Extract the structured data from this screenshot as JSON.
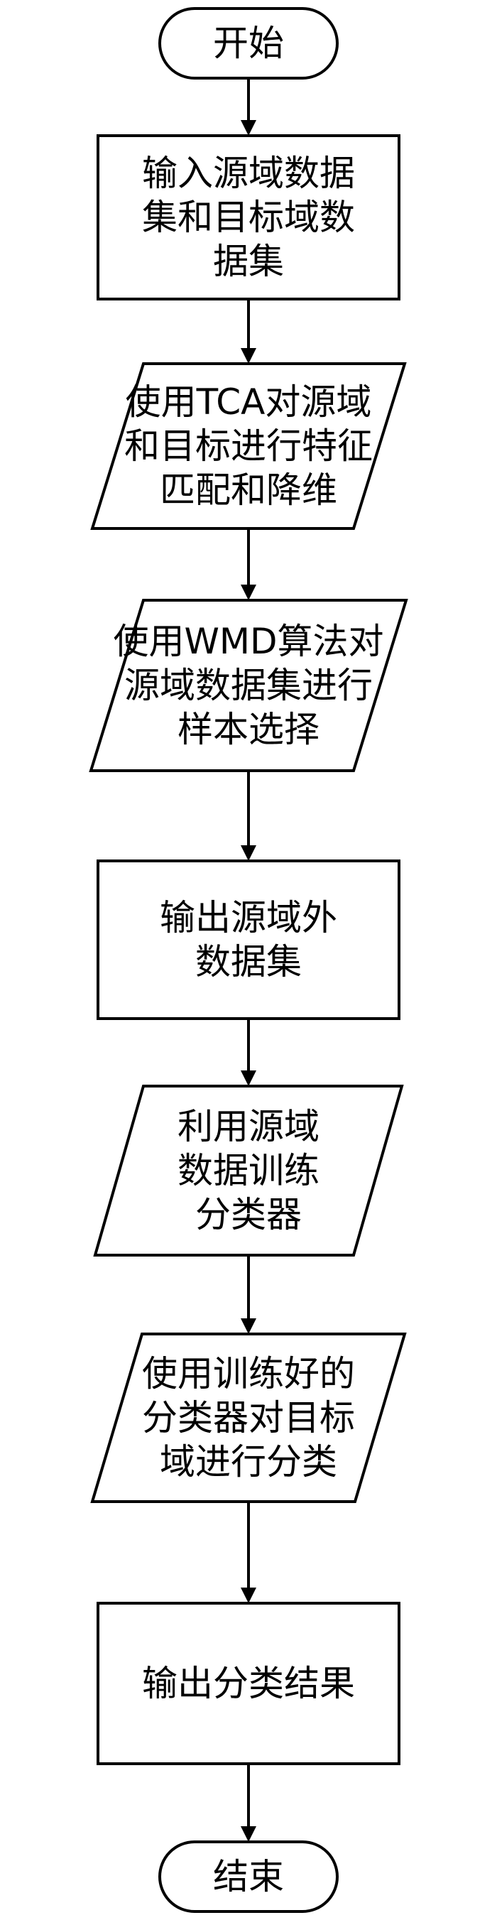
{
  "flowchart": {
    "nodes": [
      {
        "id": "start",
        "shape": "terminal",
        "lines": [
          "开始"
        ]
      },
      {
        "id": "input",
        "shape": "process",
        "lines": [
          "输入源域数据",
          "集和目标域数",
          "据集"
        ]
      },
      {
        "id": "tca",
        "shape": "io",
        "lines": [
          "使用TCA对源域",
          "和目标进行特征",
          "匹配和降维"
        ]
      },
      {
        "id": "wmd",
        "shape": "io",
        "lines": [
          "使用WMD算法对",
          "源域数据集进行",
          "样本选择"
        ]
      },
      {
        "id": "output-outer",
        "shape": "process",
        "lines": [
          "输出源域外",
          "数据集"
        ]
      },
      {
        "id": "train",
        "shape": "io",
        "lines": [
          "利用源域",
          "数据训练",
          "分类器"
        ]
      },
      {
        "id": "classify",
        "shape": "io",
        "lines": [
          "使用训练好的",
          "分类器对目标",
          "域进行分类"
        ]
      },
      {
        "id": "result",
        "shape": "process",
        "lines": [
          "输出分类结果"
        ]
      },
      {
        "id": "end",
        "shape": "terminal",
        "lines": [
          "结束"
        ]
      }
    ]
  }
}
